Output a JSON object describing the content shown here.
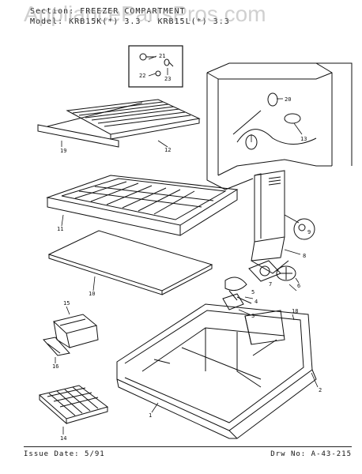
{
  "header": {
    "section_line": "Section: FREEZER COMPARTMENT",
    "model_line": "Model: KRB15K(*) 3.3 - KRB15L(*) 3.3",
    "watermark": "AppliancePartsPros.com"
  },
  "callouts": {
    "p1": "1",
    "p2": "2",
    "p3": "3",
    "p4": "4",
    "p5": "5",
    "p6": "6",
    "p7": "7",
    "p8": "8",
    "p9": "9",
    "p10": "10",
    "p11": "11",
    "p12": "12",
    "p13": "13",
    "p14": "14",
    "p15": "15",
    "p16": "16",
    "p18": "18",
    "p19": "19",
    "p20": "20",
    "p21": "21",
    "p22": "22",
    "p23": "23"
  },
  "footer": {
    "issue_date": "Issue Date: 5/91",
    "drawing_no": "Drw No: A-43-215"
  }
}
